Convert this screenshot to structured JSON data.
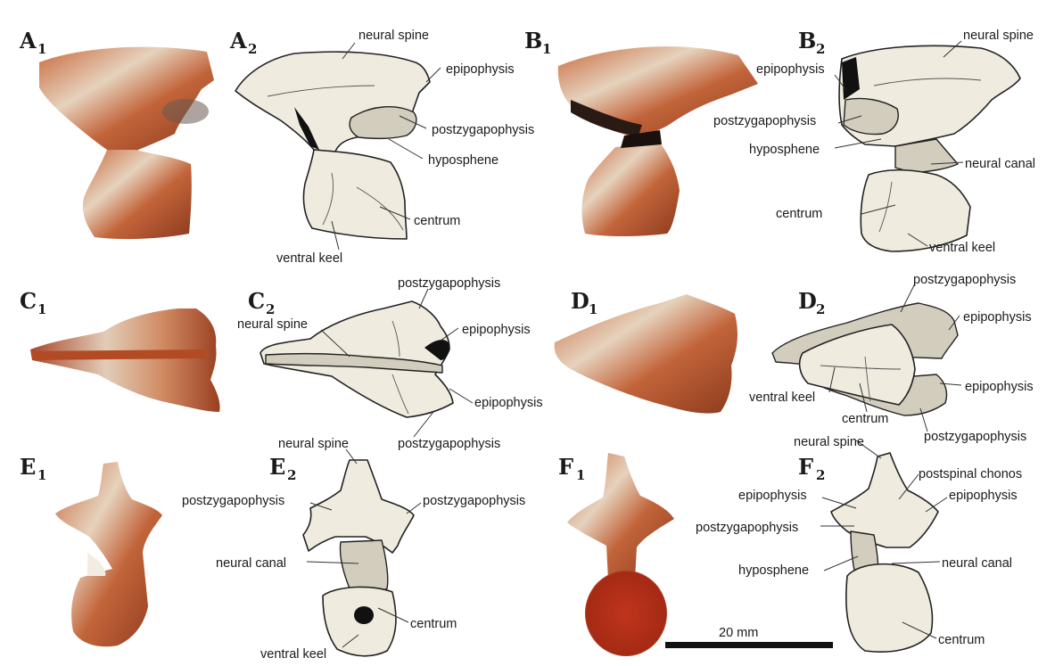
{
  "panels": [
    {
      "id": "A1",
      "letter": "A",
      "sub": "1"
    },
    {
      "id": "A2",
      "letter": "A",
      "sub": "2"
    },
    {
      "id": "B1",
      "letter": "B",
      "sub": "1"
    },
    {
      "id": "B2",
      "letter": "B",
      "sub": "2"
    },
    {
      "id": "C1",
      "letter": "C",
      "sub": "1"
    },
    {
      "id": "C2",
      "letter": "C",
      "sub": "2"
    },
    {
      "id": "D1",
      "letter": "D",
      "sub": "1"
    },
    {
      "id": "D2",
      "letter": "D",
      "sub": "2"
    },
    {
      "id": "E1",
      "letter": "E",
      "sub": "1"
    },
    {
      "id": "E2",
      "letter": "E",
      "sub": "2"
    },
    {
      "id": "F1",
      "letter": "F",
      "sub": "1"
    },
    {
      "id": "F2",
      "letter": "F",
      "sub": "2"
    }
  ],
  "labels": {
    "a2": [
      "neural spine",
      "epipophysis",
      "postzygapophysis",
      "hyposphene",
      "centrum",
      "ventral keel"
    ],
    "b2": [
      "neural spine",
      "epipophysis",
      "postzygapophysis",
      "hyposphene",
      "neural canal",
      "centrum",
      "ventral keel"
    ],
    "c2": [
      "postzygapophysis",
      "neural spine",
      "epipophysis",
      "epipophysis",
      "postzygapophysis"
    ],
    "d2": [
      "postzygapophysis",
      "epipophysis",
      "ventral keel",
      "epipophysis",
      "centrum",
      "postzygapophysis"
    ],
    "e2": [
      "neural spine",
      "postzygapophysis",
      "postzygapophysis",
      "neural canal",
      "centrum",
      "ventral keel"
    ],
    "f2": [
      "neural spine",
      "postspinal chonos",
      "epipophysis",
      "epipophysis",
      "postzygapophysis",
      "hyposphene",
      "neural canal",
      "centrum"
    ]
  },
  "scale_bar": {
    "label": "20 mm"
  },
  "colors": {
    "bone_fill": "#efebde",
    "bone_shade": "#d2cdbd",
    "fossil_red": "#b5542c",
    "fossil_light": "#e8dccb"
  }
}
